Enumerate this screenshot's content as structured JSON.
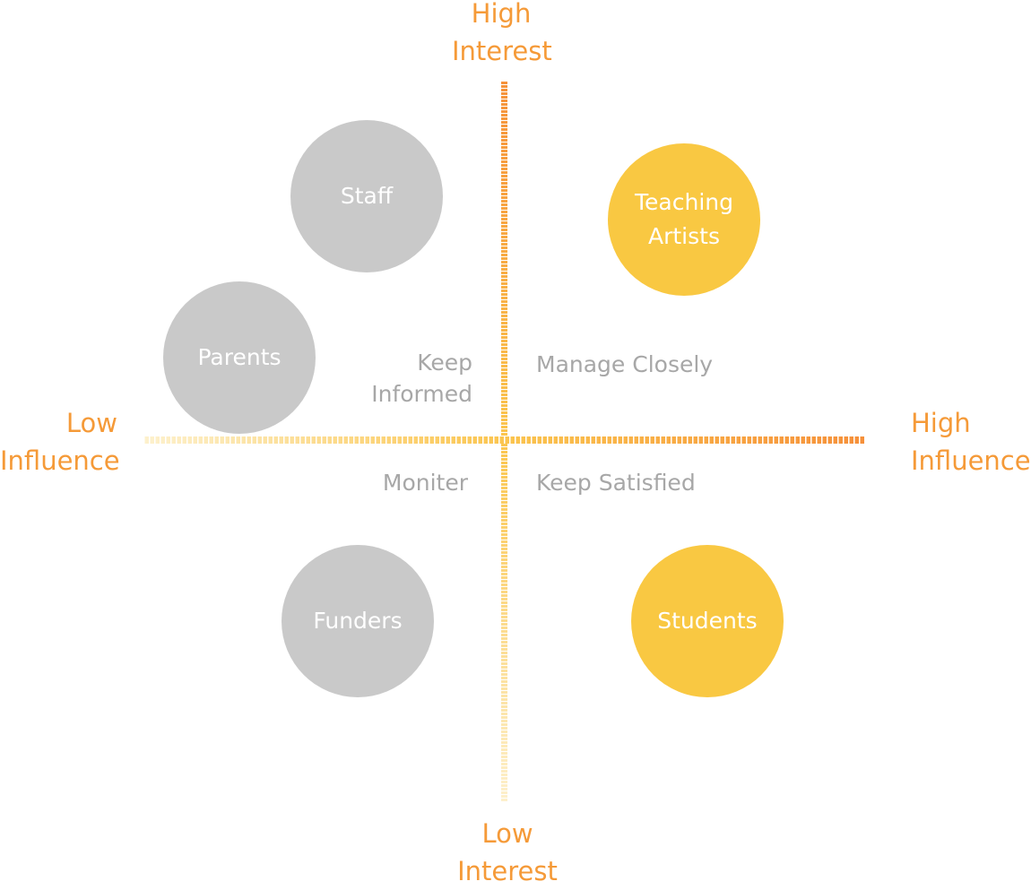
{
  "axes": {
    "top": [
      "High",
      "Interest"
    ],
    "bottom": [
      "Low",
      "Interest"
    ],
    "left": [
      "Low",
      "Influence"
    ],
    "right": [
      "High",
      "Influence"
    ]
  },
  "quadrants": {
    "top_left": [
      "Keep",
      "Informed"
    ],
    "top_right": "Manage Closely",
    "bottom_left": "Moniter",
    "bottom_right": "Keep Satisfied"
  },
  "stakeholders": {
    "staff": "Staff",
    "parents": "Parents",
    "teaching_artists": [
      "Teaching",
      "Artists"
    ],
    "funders": "Funders",
    "students": "Students"
  },
  "colors": {
    "axis_label": "#f59a38",
    "quadrant_label": "#a7a7a7",
    "gray_circle": "#c9c9c9",
    "yellow_circle": "#f9c842"
  }
}
